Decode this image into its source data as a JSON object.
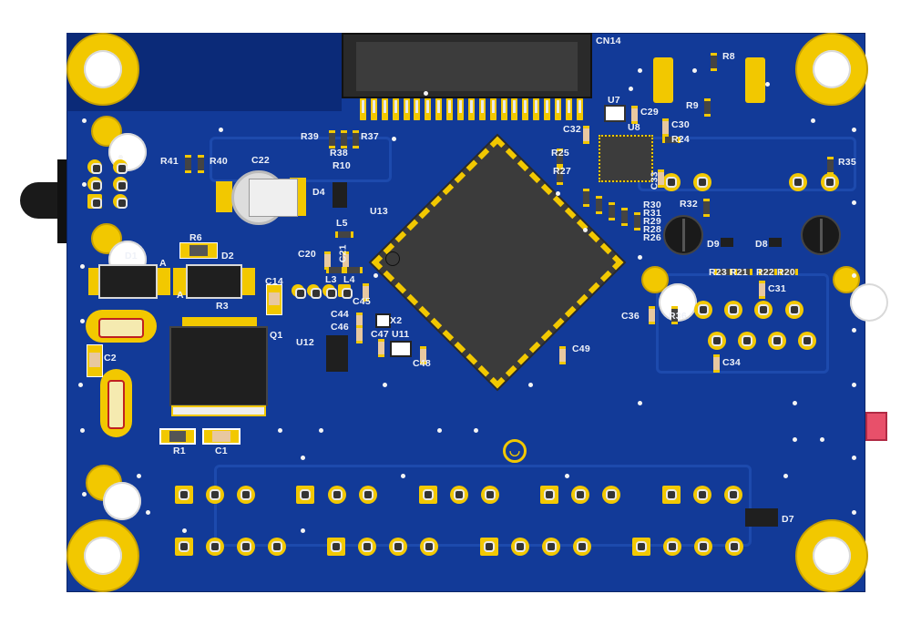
{
  "board": {
    "colors": {
      "soldermask": "#123a98",
      "copper": "#f2c800",
      "silkscreen": "#eef1f8"
    },
    "logo": "smiley-icon"
  },
  "labels": {
    "cn14": "CN14",
    "r8": "R8",
    "u7": "U7",
    "c29": "C29",
    "c32": "C32",
    "u8": "U8",
    "c30": "C30",
    "r24": "R24",
    "r39": "R39",
    "r37": "R37",
    "r38": "R38",
    "r10": "R10",
    "r41": "R41",
    "r40": "R40",
    "c22": "C22",
    "d4": "D4",
    "r25": "R25",
    "r27": "R27",
    "c33": "C33",
    "r30": "R30",
    "r31": "R31",
    "r29": "R29",
    "r28": "R28",
    "r26": "R26",
    "r32": "R32",
    "r35": "R35",
    "u13": "U13",
    "l5": "L5",
    "c20": "C20",
    "c21": "C21",
    "l3": "L3",
    "l4": "L4",
    "c14": "C14",
    "d1": "D1",
    "d2": "D2",
    "r6": "R6",
    "a1": "A",
    "a2": "A",
    "r3": "R3",
    "c45": "C45",
    "c44": "C44",
    "c46": "C46",
    "x2": "X2",
    "c47": "C47",
    "u11": "U11",
    "c48": "C48",
    "u12": "U12",
    "q1": "Q1",
    "c2": "C2",
    "r1": "R1",
    "c1": "C1",
    "c49": "C49",
    "c36": "C36",
    "r36": "R36",
    "c31": "C31",
    "c34": "C34",
    "d9": "D9",
    "d8": "D8",
    "r23": "R23",
    "r21": "R21",
    "r22": "R22",
    "r20": "R20",
    "r9": "R9",
    "d7": "D7"
  }
}
